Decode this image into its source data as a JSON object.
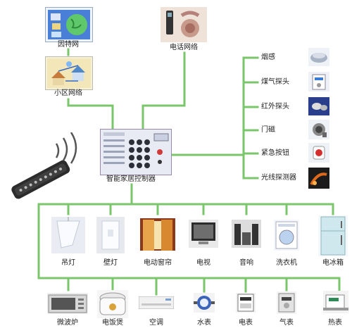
{
  "colors": {
    "line": "#79c66b",
    "accent": "#1b3fa8"
  },
  "top": {
    "internet": "因特网",
    "community": "小区网络",
    "phone": "电话网络",
    "controller": "智能家居控制器"
  },
  "sensors": [
    {
      "label": "烟感",
      "icon": "smoke-detector-icon"
    },
    {
      "label": "煤气探头",
      "icon": "gas-probe-icon"
    },
    {
      "label": "红外探头",
      "icon": "infrared-probe-icon"
    },
    {
      "label": "门磁",
      "icon": "door-magnet-icon"
    },
    {
      "label": "紧急按钮",
      "icon": "emergency-button-icon"
    },
    {
      "label": "光线探测器",
      "icon": "light-detector-icon"
    }
  ],
  "appliances": [
    {
      "label": "吊灯",
      "icon": "pendant-lamp-icon"
    },
    {
      "label": "壁灯",
      "icon": "wall-lamp-icon"
    },
    {
      "label": "电动窗帘",
      "icon": "electric-curtain-icon"
    },
    {
      "label": "电视",
      "icon": "tv-icon"
    },
    {
      "label": "音响",
      "icon": "audio-icon"
    },
    {
      "label": "洗衣机",
      "icon": "washing-machine-icon"
    },
    {
      "label": "电冰箱",
      "icon": "refrigerator-icon"
    }
  ],
  "meters": [
    {
      "label": "微波炉",
      "icon": "microwave-icon"
    },
    {
      "label": "电饭煲",
      "icon": "rice-cooker-icon"
    },
    {
      "label": "空调",
      "icon": "air-conditioner-icon"
    },
    {
      "label": "水表",
      "icon": "water-meter-icon"
    },
    {
      "label": "电表",
      "icon": "electric-meter-icon"
    },
    {
      "label": "气表",
      "icon": "gas-meter-icon"
    },
    {
      "label": "热表",
      "icon": "heat-meter-icon"
    }
  ]
}
